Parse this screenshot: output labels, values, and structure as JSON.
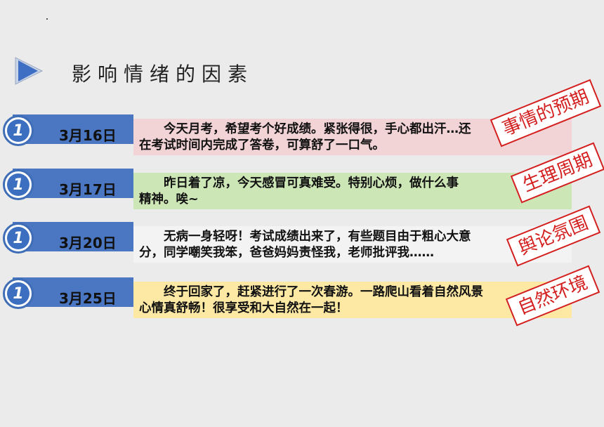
{
  "page": {
    "title": "影响情绪的因素",
    "badge_number": "1",
    "colors": {
      "bar_blue": "#4a76c2",
      "stamp_red": "#d41f1f",
      "box_pink": "#f2d3d6",
      "box_green": "#cde6b6",
      "box_gray": "#f3f3f3",
      "box_yellow": "#fde9a4"
    }
  },
  "entries": [
    {
      "date": "3月16日",
      "line1": "今天月考，希望考个好成绩。紧张得很，手心都出汗…还",
      "line2": "在考试时间内完成了答卷，可算舒了一口气。",
      "stamp": "事情的预期"
    },
    {
      "date": "3月17日",
      "line1": "昨日着了凉，今天感冒可真难受。特别心烦，做什么事",
      "line2": "精神。唉~",
      "stamp": "生理周期"
    },
    {
      "date": "3月20日",
      "line1": "无病一身轻呀！考试成绩出来了，有些题目由于粗心大意",
      "line2": "分，同学嘲笑我笨，爸爸妈妈责怪我，老师批评我……",
      "stamp": "舆论氛围"
    },
    {
      "date": "3月25日",
      "line1": "终于回家了，赶紧进行了一次春游。一路爬山看着自然风景",
      "line2": "心情真舒畅！很享受和大自然在一起！",
      "stamp": "自然环境"
    }
  ]
}
